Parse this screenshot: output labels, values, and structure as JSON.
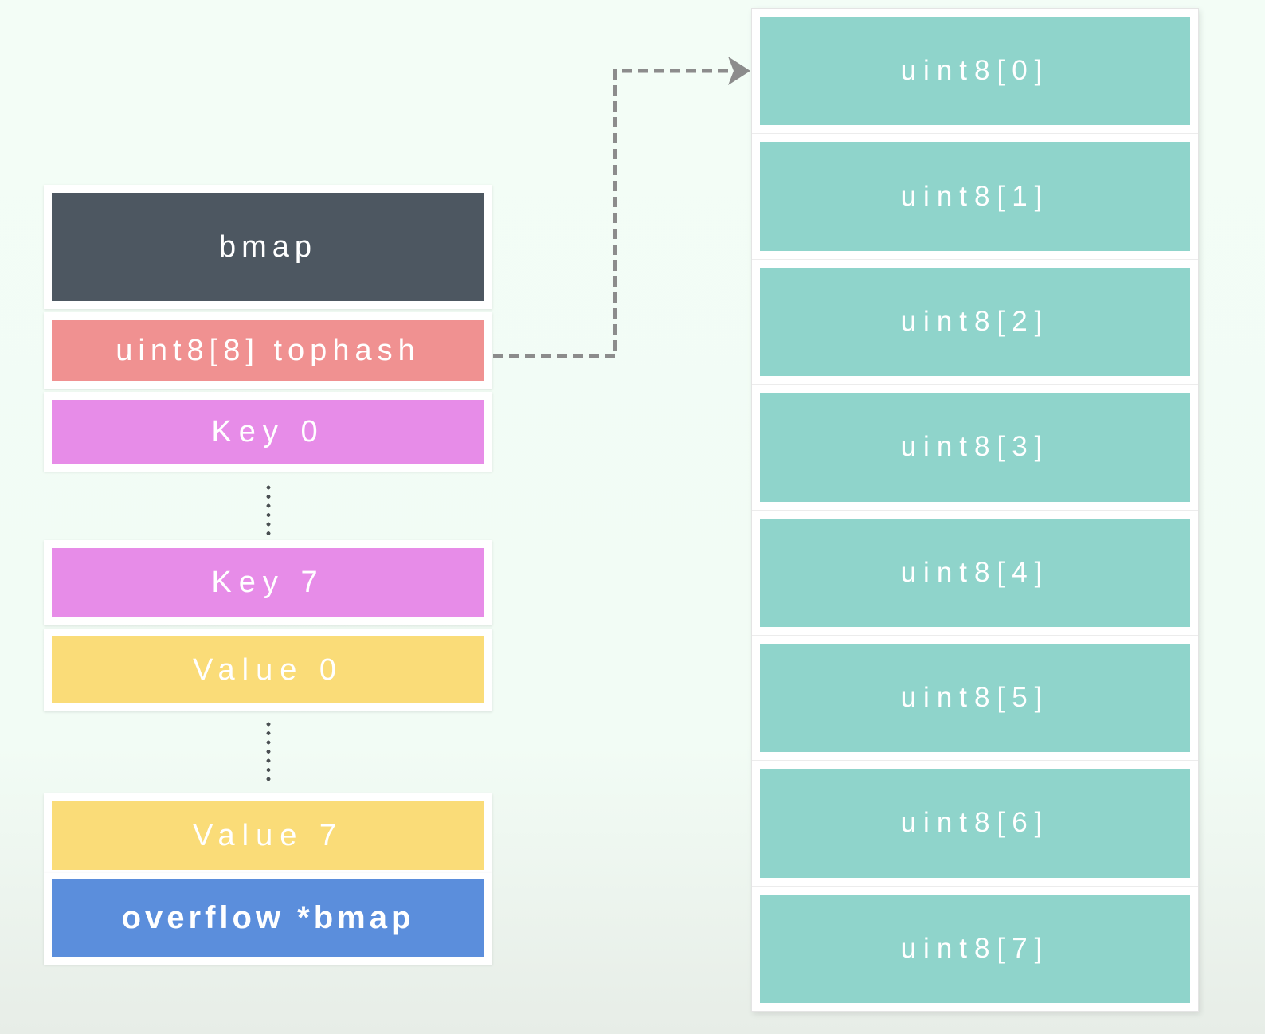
{
  "colors": {
    "background_top": "#f3fdf6",
    "background_bottom": "#e7ede7",
    "card": "#ffffff",
    "bmap": "#4d5761",
    "tophash": "#f09191",
    "key": "#e78ce8",
    "value": "#fadc78",
    "overflow": "#5b8edc",
    "tophash_cell": "#8fd4cb",
    "arrow": "#8c8c8c",
    "dots": "#4a4f52"
  },
  "left_column": {
    "blocks": [
      {
        "id": "bmap",
        "label": "bmap",
        "color": "#4d5761"
      },
      {
        "id": "tophash",
        "label": "uint8[8] tophash",
        "color": "#f09191"
      },
      {
        "id": "key-0",
        "label": "Key 0",
        "color": "#e78ce8"
      },
      {
        "id": "key-7",
        "label": "Key 7",
        "color": "#e78ce8"
      },
      {
        "id": "value-0",
        "label": "Value 0",
        "color": "#fadc78"
      },
      {
        "id": "value-7",
        "label": "Value 7",
        "color": "#fadc78"
      },
      {
        "id": "overflow",
        "label": "overflow *bmap",
        "color": "#5b8edc"
      }
    ],
    "ellipsis_separators": 2
  },
  "right_panel": {
    "cell_color": "#8fd4cb",
    "cells": [
      {
        "label": "uint8[0]"
      },
      {
        "label": "uint8[1]"
      },
      {
        "label": "uint8[2]"
      },
      {
        "label": "uint8[3]"
      },
      {
        "label": "uint8[4]"
      },
      {
        "label": "uint8[5]"
      },
      {
        "label": "uint8[6]"
      },
      {
        "label": "uint8[7]"
      }
    ]
  },
  "arrow": {
    "from": "uint8[8] tophash",
    "to": "uint8[0]",
    "style": "dashed",
    "color": "#8c8c8c"
  }
}
